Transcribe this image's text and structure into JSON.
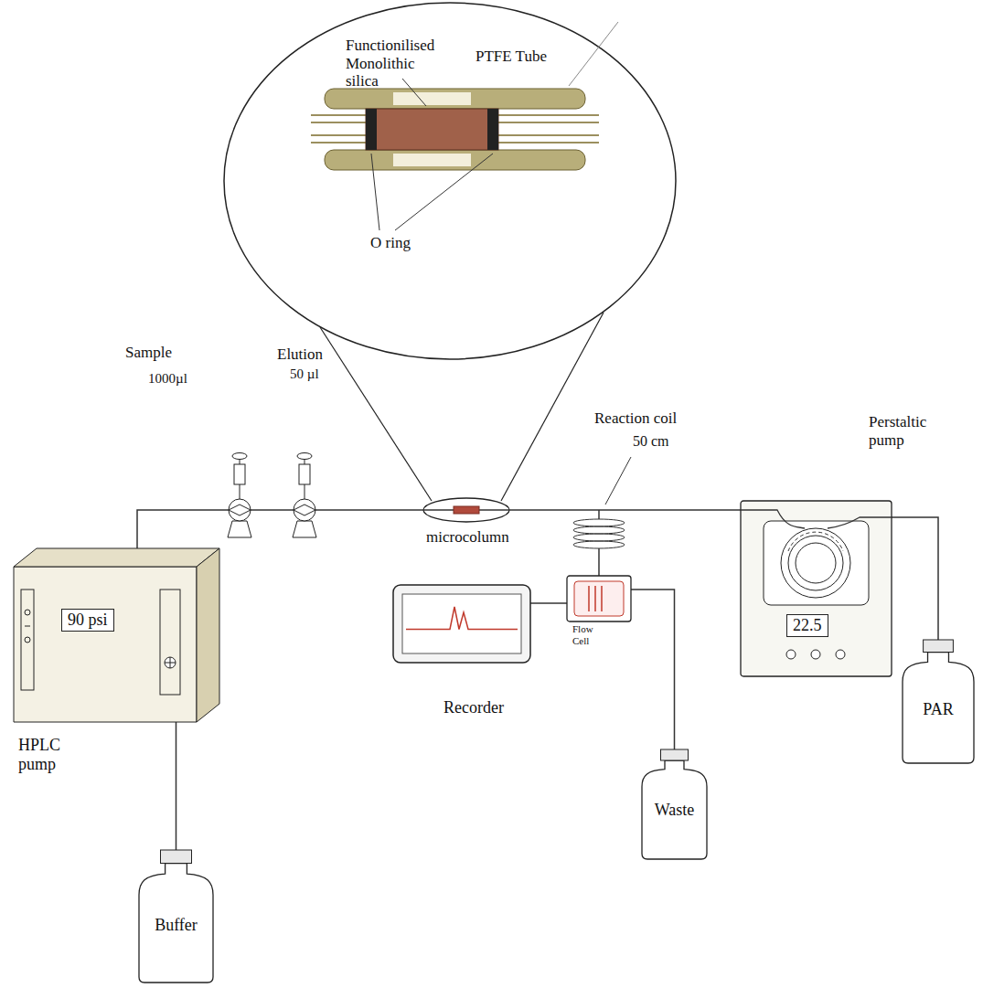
{
  "diagram": {
    "nodes": [
      {
        "text": [
          "90 psi",
          "HPLC pump"
        ]
      },
      {
        "text": [
          "Buffer"
        ]
      },
      {
        "text": [
          "Sample",
          "1000µl"
        ]
      },
      {
        "text": [
          "Elution",
          "50 µl"
        ]
      },
      {
        "text": [
          "microcolumn"
        ]
      },
      {
        "text": [
          "Reaction coil",
          "50 cm"
        ]
      },
      {
        "text": [
          "22.5",
          "Perstaltic pump"
        ]
      },
      {
        "text": [
          "PAR"
        ]
      },
      {
        "text": [
          "Recorder"
        ]
      },
      {
        "text": [
          "Flow Cell"
        ]
      },
      {
        "text": [
          "Waste"
        ]
      }
    ],
    "edges": [
      {
        "from": 1,
        "to": 0,
        "arrow": "none"
      },
      {
        "from": 0,
        "to": 2,
        "arrow": "none"
      },
      {
        "from": 2,
        "to": 3,
        "arrow": "none"
      },
      {
        "from": 3,
        "to": 4,
        "arrow": "none"
      },
      {
        "from": 4,
        "to": 5,
        "arrow": "none"
      },
      {
        "from": 7,
        "to": 6,
        "arrow": "none"
      },
      {
        "from": 6,
        "to": 5,
        "arrow": "none"
      },
      {
        "from": 5,
        "to": 9,
        "arrow": "none"
      },
      {
        "from": 9,
        "to": 10,
        "arrow": "none"
      },
      {
        "from": 9,
        "to": 8,
        "arrow": "none"
      }
    ],
    "labels": [
      "Functionilised Monolithic silica",
      "PTFE Tube",
      "O ring"
    ]
  }
}
